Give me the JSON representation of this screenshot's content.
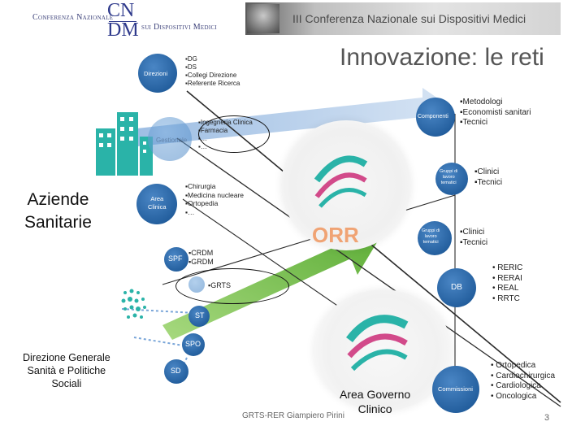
{
  "header": {
    "logo_line1": "Conferenza Nazionale",
    "logo_cn": "CN",
    "logo_dm": "DM",
    "logo_line2": "sui Dispositivi Medici",
    "banner_title": "III Conferenza Nazionale sui Dispositivi Medici"
  },
  "title": "Innovazione: le reti",
  "left": {
    "aziende": [
      "Aziende",
      "Sanitarie"
    ],
    "regione": [
      "Direzione Generale",
      "Sanità e Politiche",
      "Sociali"
    ]
  },
  "nodes": {
    "direzioni": "Direzioni",
    "gestionale": "Gestionale",
    "area_clinica": [
      "Area",
      "Clinica"
    ],
    "spf": "SPF",
    "st": "ST",
    "spo": "SPO",
    "sd": "SD",
    "componenti": "Componenti",
    "gruppi_1": [
      "Gruppi di",
      "lavoro",
      "tematici"
    ],
    "gruppi_2": [
      "Gruppi di",
      "lavoro",
      "tematici"
    ],
    "db": "DB",
    "commissioni": "Commissioni",
    "orr": "ORR"
  },
  "lists": {
    "direzioni": [
      "DG",
      "DS",
      "Collegi Direzione",
      "Referente Ricerca"
    ],
    "gestionale": [
      "Ingegneria Clinica",
      "Farmacia",
      "…",
      "…"
    ],
    "clinica": [
      "Chirurgia",
      "Medicina nucleare",
      "Ortopedia",
      "…"
    ],
    "spf": [
      "CRDM",
      "GRDM"
    ],
    "grts": "GRTS",
    "componenti": [
      "Metodologi",
      "Economisti sanitari",
      "Tecnici"
    ],
    "gruppi_1": [
      "Clinici",
      "Tecnici"
    ],
    "gruppi_2": [
      "Clinici",
      "Tecnici"
    ],
    "db": [
      "RERIC",
      "RERAI",
      "REAL",
      "RRTC"
    ],
    "commissioni": [
      "Ortopedica",
      "Cardiochirurgica",
      "Cardiologica",
      "Oncologica"
    ]
  },
  "footer": {
    "area_governo": [
      "Area Governo",
      "Clinico"
    ],
    "author": "GRTS-RER Giampiero Pirini",
    "page": "3"
  },
  "colors": {
    "blue_node": "#1f5fa6",
    "teal_circle": "#1fa6a0",
    "green_arrow": "#6fbe44",
    "title_gray": "#555555"
  }
}
